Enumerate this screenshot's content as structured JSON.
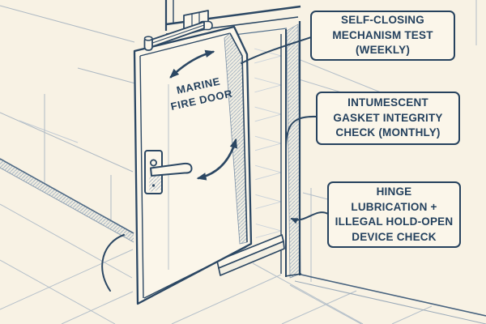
{
  "scene": {
    "door_label": [
      "MARINE",
      "FIRE DOOR"
    ]
  },
  "callouts": [
    {
      "id": "self-closing",
      "lines": [
        "SELF-CLOSING",
        "MECHANISM TEST",
        "(WEEKLY)"
      ]
    },
    {
      "id": "gasket",
      "lines": [
        "INTUMESCENT",
        "GASKET INTEGRITY",
        "CHECK (MONTHLY)"
      ]
    },
    {
      "id": "hinge",
      "lines": [
        "HINGE",
        "LUBRICATION +",
        "ILLEGAL HOLD-OPEN",
        "DEVICE CHECK"
      ]
    }
  ],
  "colors": {
    "background": "#f8f2e4",
    "ink": "#2b4763",
    "text": "#24415e",
    "panel_fill": "#fbf6ea",
    "light_line": "#b4bfc9",
    "hatch_line": "#a3b2c2"
  }
}
